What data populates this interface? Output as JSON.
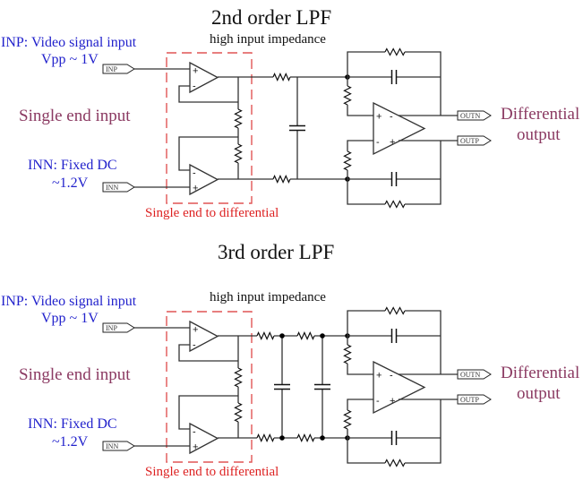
{
  "circuits": [
    {
      "id": "second-order",
      "title": "2nd order LPF",
      "subtitle": "high input impedance",
      "input_p": {
        "label": "INP: Video signal input",
        "detail": "Vpp ~ 1V",
        "flag": "INP"
      },
      "input_n": {
        "label": "INN: Fixed DC",
        "detail": "~1.2V",
        "flag": "INN"
      },
      "left_caption": "Single end input",
      "box_caption": "Single end to differential",
      "right_caption_line1": "Differential",
      "right_caption_line2": "output",
      "output_p_flag": "OUTP",
      "output_n_flag": "OUTN",
      "filter_order": 2
    },
    {
      "id": "third-order",
      "title": "3rd order LPF",
      "subtitle": "high input impedance",
      "input_p": {
        "label": "INP: Video signal input",
        "detail": "Vpp ~ 1V",
        "flag": "INP"
      },
      "input_n": {
        "label": "INN: Fixed DC",
        "detail": "~1.2V",
        "flag": "INN"
      },
      "left_caption": "Single end input",
      "box_caption": "Single end to differential",
      "right_caption_line1": "Differential",
      "right_caption_line2": "output",
      "output_p_flag": "OUTP",
      "output_n_flag": "OUTN",
      "filter_order": 3
    }
  ],
  "colors": {
    "wire": "#333333",
    "dashed_box": "#e05555",
    "input_label": "#2222cc",
    "caption": "#8b3a62",
    "box_caption": "#dd2222"
  }
}
